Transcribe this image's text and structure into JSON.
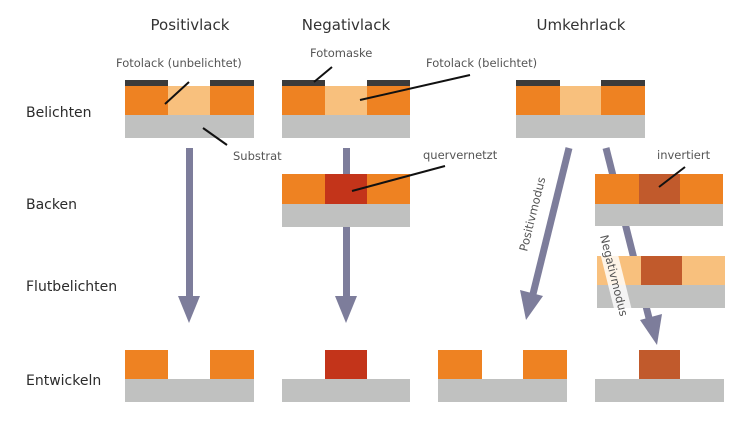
{
  "columns": {
    "positive": "Positivlack",
    "negative": "Negativlack",
    "reversal": "Umkehrlack"
  },
  "rows": {
    "expose": "Belichten",
    "bake": "Backen",
    "flood": "Flutbelichten",
    "develop": "Entwickeln"
  },
  "annotations": {
    "resist_unexposed": "Fotolack (unbelichtet)",
    "photomask": "Fotomaske",
    "resist_exposed": "Fotolack (belichtet)",
    "substrate": "Substrat",
    "crosslinked": "quervernetzt",
    "inverted": "invertiert"
  },
  "modes": {
    "positive_mode": "Positivmodus",
    "negative_mode": "Negativmodus"
  },
  "colors": {
    "resist": "#ee8222",
    "resist_exposed": "#f8c07d",
    "crosslinked": "#c3341a",
    "inverted": "#c15a2c",
    "substrate": "#c0c1c0",
    "mask": "#3b3b3b",
    "arrow": "#7d7d9b",
    "leader": "#111111"
  }
}
